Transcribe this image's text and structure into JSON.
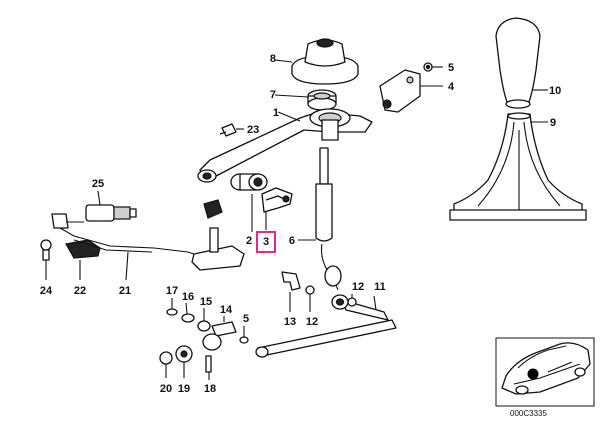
{
  "labels": {
    "p1": "1",
    "p2": "2",
    "p3": "3",
    "p4": "4",
    "p5": "5",
    "p5b": "5",
    "p6": "6",
    "p7": "7",
    "p8": "8",
    "p9": "9",
    "p10": "10",
    "p11": "11",
    "p12a": "12",
    "p12b": "12",
    "p13": "13",
    "p14": "14",
    "p15": "15",
    "p16": "16",
    "p17": "17",
    "p18": "18",
    "p19": "19",
    "p20": "20",
    "p21": "21",
    "p22": "22",
    "p23": "23",
    "p24": "24",
    "p25": "25"
  },
  "highlight_color": "#e0137a",
  "drawing_code": "000C3335"
}
